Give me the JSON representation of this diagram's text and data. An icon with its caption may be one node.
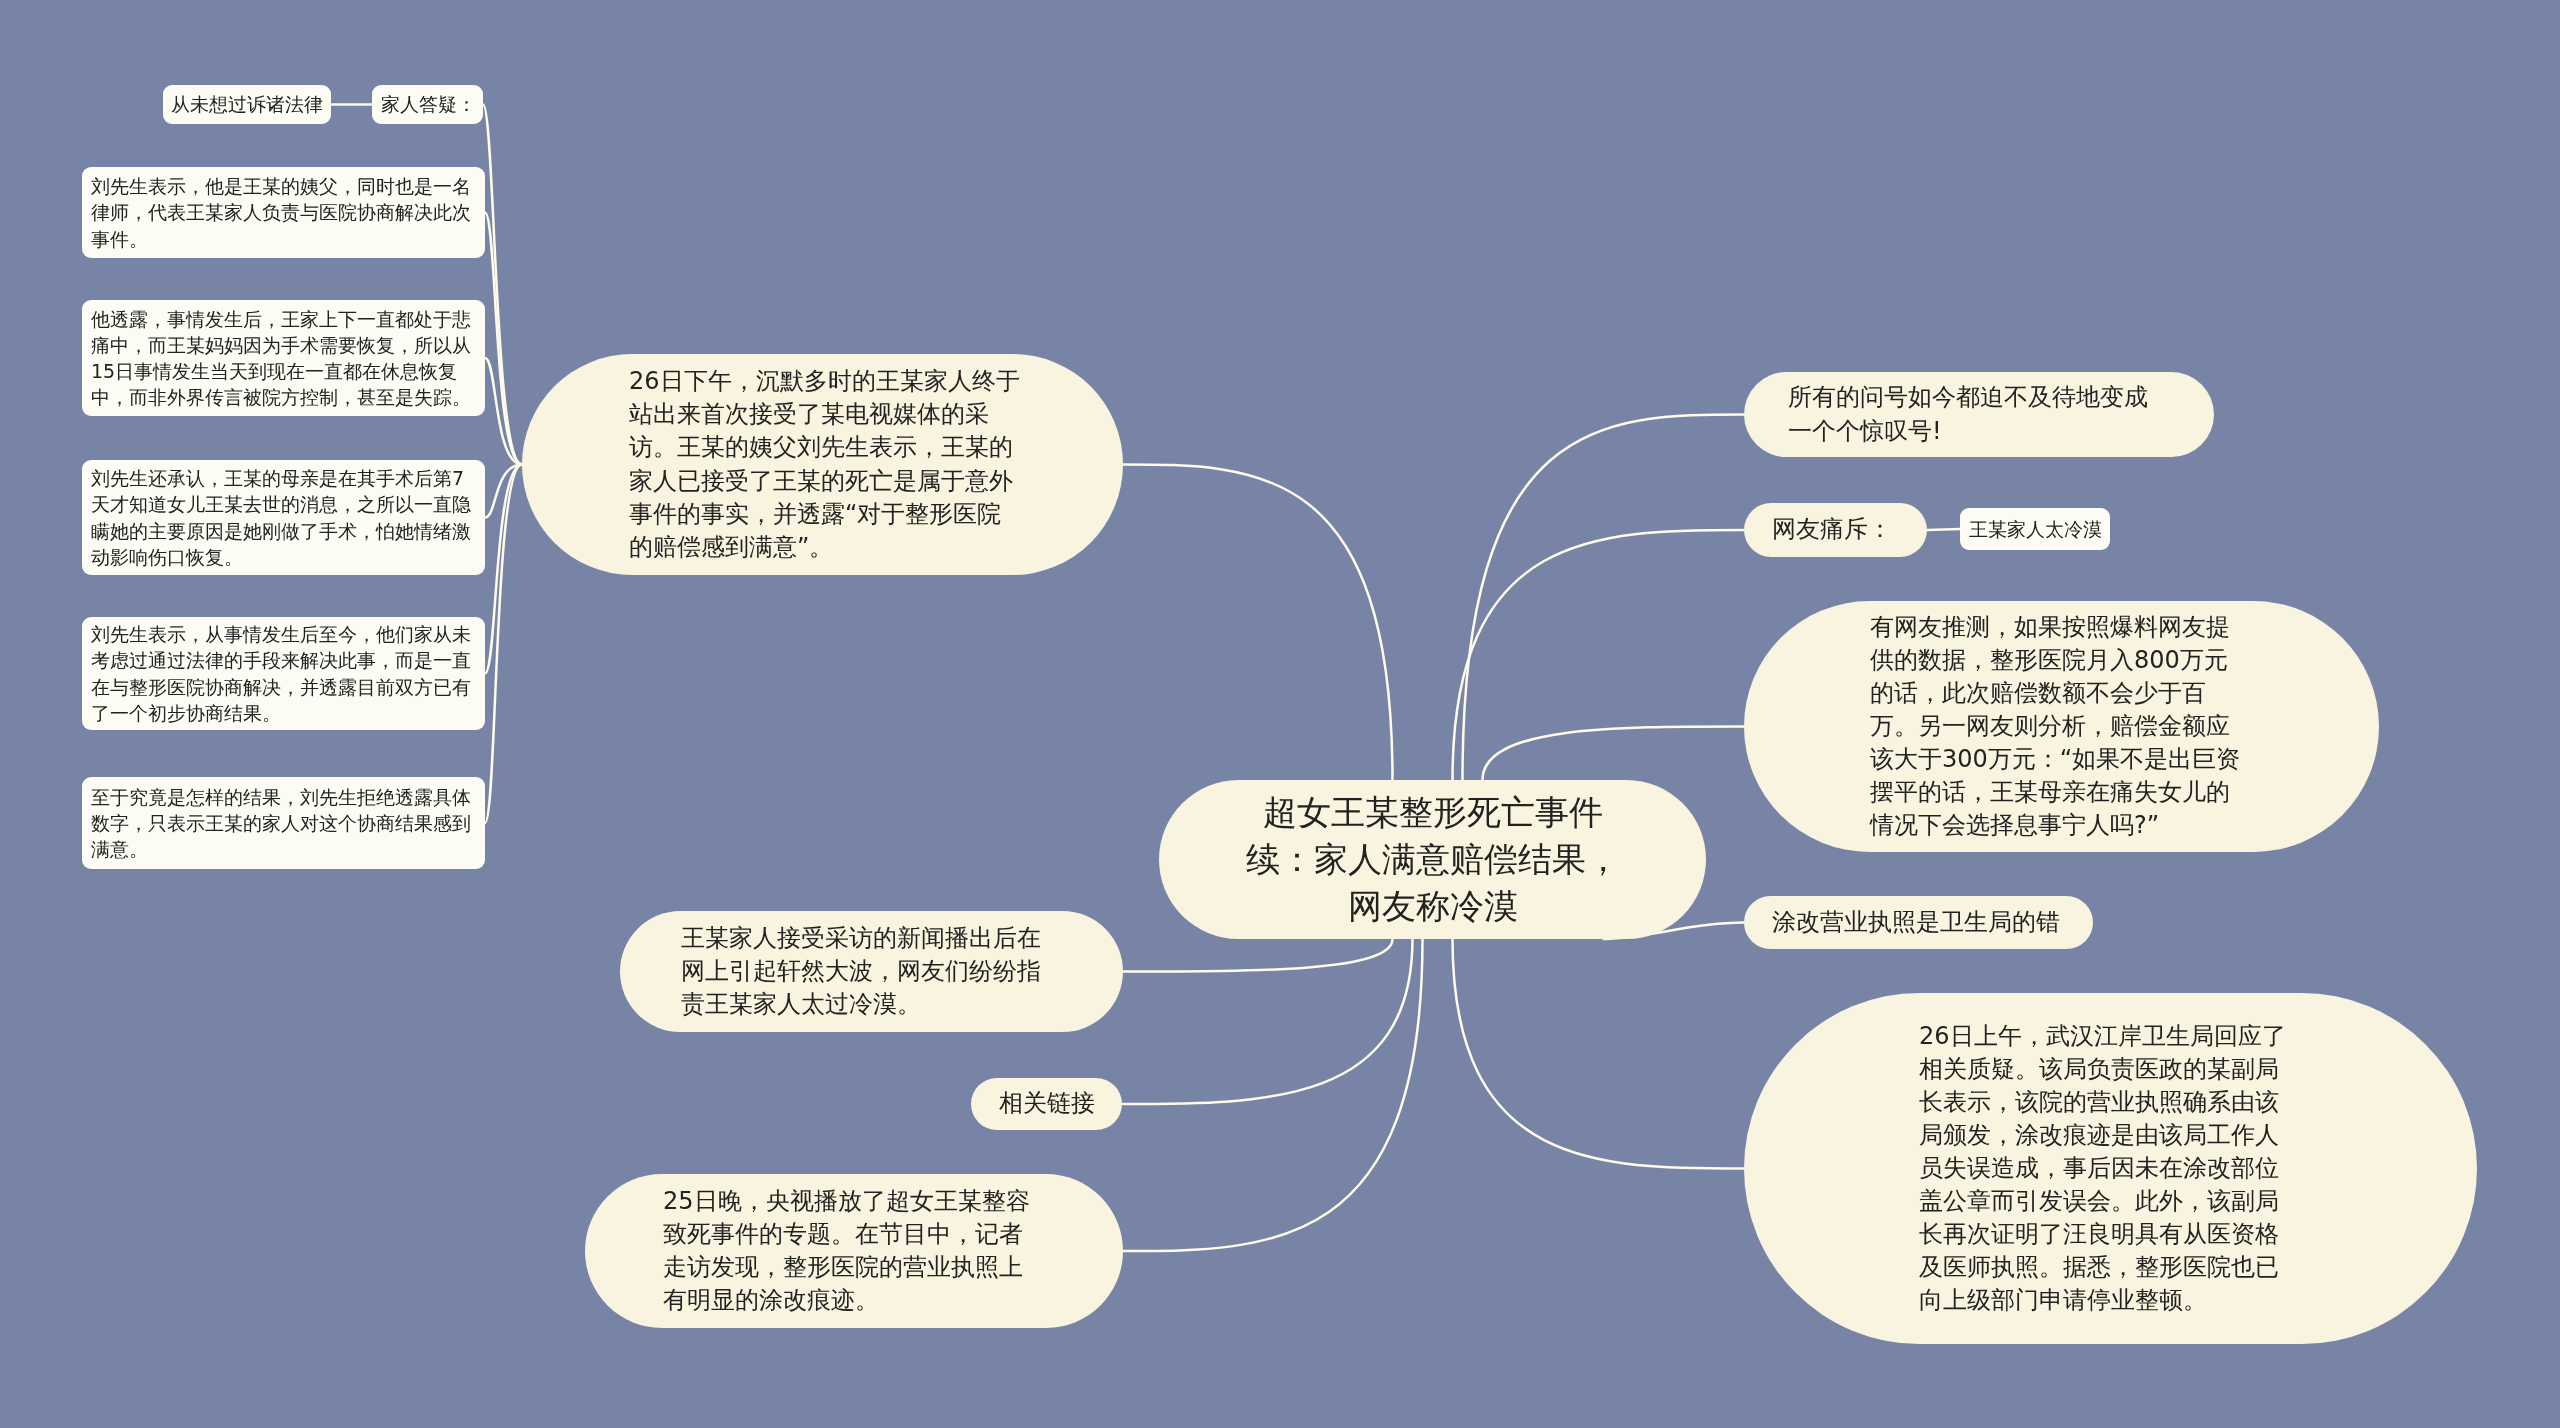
{
  "diagram": {
    "nodes": [
      {
        "text": [
          "超女王某整形死亡事件续：家人满意赔偿结果，网友称冷漠"
        ]
      },
      {
        "text": [
          "26日下午，沉默多时的王某家人终于站出来首次接受了某电视媒体的采访。王某的姨父刘先生表示，王某的家人已接受了王某的死亡是属于意外事件的事实，并透露“对于整形医院的赔偿感到满意”。"
        ]
      },
      {
        "text": [
          "家人答疑："
        ]
      },
      {
        "text": [
          "从未想过诉诸法律"
        ]
      },
      {
        "text": [
          "刘先生表示，他是王某的姨父，同时也是一名律师，代表王某家人负责与医院协商解决此次事件。"
        ]
      },
      {
        "text": [
          "他透露，事情发生后，王家上下一直都处于悲痛中，而王某妈妈因为手术需要恢复，所以从15日事情发生当天到现在一直都在休息恢复中，而非外界传言被院方控制，甚至是失踪。"
        ]
      },
      {
        "text": [
          "刘先生还承认，王某的母亲是在其手术后第7天才知道女儿王某去世的消息，之所以一直隐瞒她的主要原因是她刚做了手术，怕她情绪激动影响伤口恢复。"
        ]
      },
      {
        "text": [
          "刘先生表示，从事情发生后至今，他们家从未考虑过通过法律的手段来解决此事，而是一直在与整形医院协商解决，并透露目前双方已有了一个初步协商结果。"
        ]
      },
      {
        "text": [
          "至于究竟是怎样的结果，刘先生拒绝透露具体数字，只表示王某的家人对这个协商结果感到满意。"
        ]
      },
      {
        "text": [
          "王某家人接受采访的新闻播出后在网上引起轩然大波，网友们纷纷指责王某家人太过冷漠。"
        ]
      },
      {
        "text": [
          "相关链接"
        ]
      },
      {
        "text": [
          "25日晚，央视播放了超女王某整容致死事件的专题。在节目中，记者走访发现，整形医院的营业执照上有明显的涂改痕迹。"
        ]
      },
      {
        "text": [
          "所有的问号如今都迫不及待地变成一个个惊叹号!"
        ]
      },
      {
        "text": [
          "网友痛斥："
        ]
      },
      {
        "text": [
          "王某家人太冷漠"
        ]
      },
      {
        "text": [
          "有网友推测，如果按照爆料网友提供的数据，整形医院月入800万元的话，此次赔偿数额不会少于百万。另一网友则分析，赔偿金额应该大于300万元：“如果不是出巨资摆平的话，王某母亲在痛失女儿的情况下会选择息事宁人吗?”"
        ]
      },
      {
        "text": [
          "涂改营业执照是卫生局的错"
        ]
      },
      {
        "text": [
          "26日上午，武汉江岸卫生局回应了相关质疑。该局负责医政的某副局长表示，该院的营业执照确系由该局颁发，涂改痕迹是由该局工作人员失误造成，事后因未在涂改部位盖公章而引发误会。此外，该副局长再次证明了汪良明具有从医资格及医师执照。据悉，整形医院也已向上级部门申请停业整顿。"
        ]
      }
    ],
    "edges": [
      {
        "from": 0,
        "to": 1,
        "arrow": "none"
      },
      {
        "from": 1,
        "to": 2,
        "arrow": "none"
      },
      {
        "from": 2,
        "to": 3,
        "arrow": "none"
      },
      {
        "from": 1,
        "to": 4,
        "arrow": "none"
      },
      {
        "from": 1,
        "to": 5,
        "arrow": "none"
      },
      {
        "from": 1,
        "to": 6,
        "arrow": "none"
      },
      {
        "from": 1,
        "to": 7,
        "arrow": "none"
      },
      {
        "from": 1,
        "to": 8,
        "arrow": "none"
      },
      {
        "from": 0,
        "to": 9,
        "arrow": "none"
      },
      {
        "from": 0,
        "to": 10,
        "arrow": "none"
      },
      {
        "from": 0,
        "to": 11,
        "arrow": "none"
      },
      {
        "from": 0,
        "to": 12,
        "arrow": "none"
      },
      {
        "from": 0,
        "to": 13,
        "arrow": "none"
      },
      {
        "from": 13,
        "to": 14,
        "arrow": "none"
      },
      {
        "from": 0,
        "to": 15,
        "arrow": "none"
      },
      {
        "from": 0,
        "to": 16,
        "arrow": "none"
      },
      {
        "from": 0,
        "to": 17,
        "arrow": "none"
      }
    ]
  }
}
